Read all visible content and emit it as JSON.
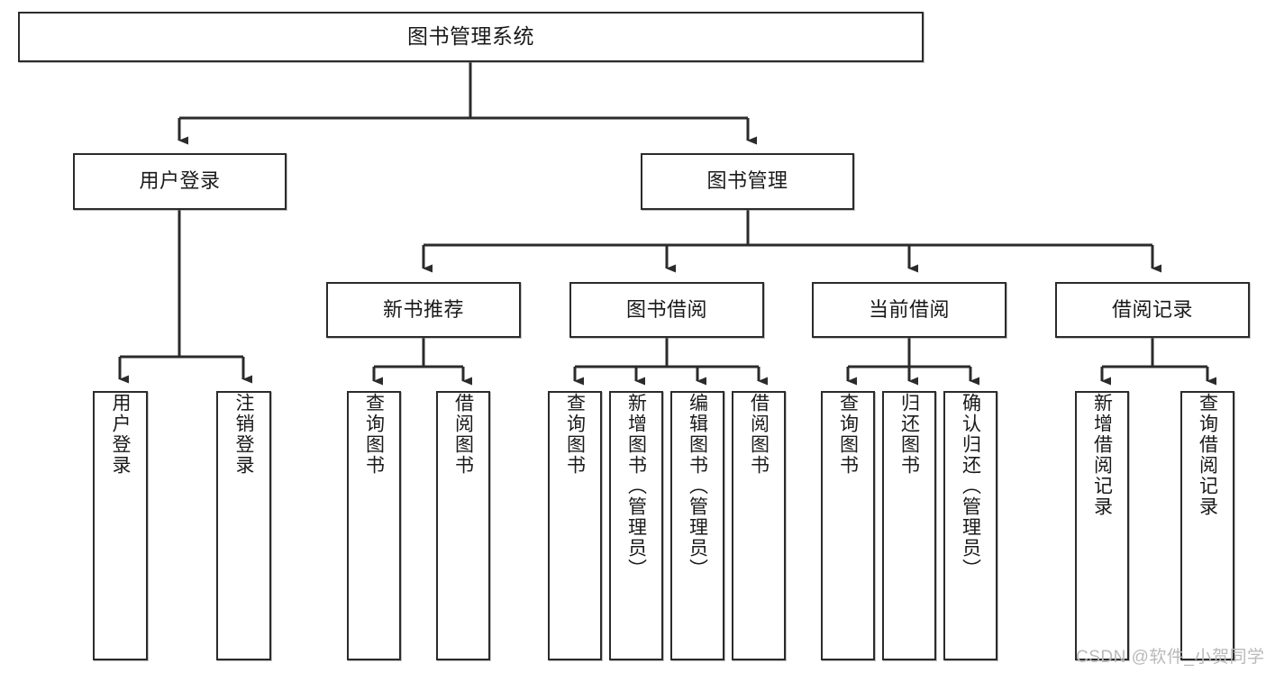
{
  "diagram": {
    "title": "图书管理系统",
    "type": "tree-hierarchy",
    "orientation": "top-down",
    "line_color": "#2b2b2b",
    "box_fill": "#ffffff",
    "watermark": "CSDN @软件_小贺同学"
  },
  "nodes": {
    "root": {
      "label": "图书管理系统",
      "level": 1
    },
    "level2": [
      {
        "id": "user-login",
        "label": "用户登录"
      },
      {
        "id": "book-manage",
        "label": "图书管理"
      }
    ],
    "level3": [
      {
        "id": "new-book-recommend",
        "label": "新书推荐"
      },
      {
        "id": "book-borrow",
        "label": "图书借阅"
      },
      {
        "id": "current-borrow",
        "label": "当前借阅"
      },
      {
        "id": "borrow-record",
        "label": "借阅记录"
      }
    ],
    "leaves": {
      "user-login": [
        {
          "id": "leaf-user-login",
          "label": "用户登录"
        },
        {
          "id": "leaf-logout-login",
          "label": "注销登录"
        }
      ],
      "new-book-recommend": [
        {
          "id": "leaf-query-book-1",
          "label": "查询图书"
        },
        {
          "id": "leaf-borrow-book-1",
          "label": "借阅图书"
        }
      ],
      "book-borrow": [
        {
          "id": "leaf-query-book-2",
          "label": "查询图书"
        },
        {
          "id": "leaf-add-book",
          "label": "新增图书（管理员）"
        },
        {
          "id": "leaf-edit-book",
          "label": "编辑图书（管理员）"
        },
        {
          "id": "leaf-borrow-book-2",
          "label": "借阅图书"
        }
      ],
      "current-borrow": [
        {
          "id": "leaf-query-book-3",
          "label": "查询图书"
        },
        {
          "id": "leaf-return-book",
          "label": "归还图书"
        },
        {
          "id": "leaf-confirm-return",
          "label": "确认归还（管理员）"
        }
      ],
      "borrow-record": [
        {
          "id": "leaf-add-record",
          "label": "新增借阅记录"
        },
        {
          "id": "leaf-query-record",
          "label": "查询借阅记录"
        }
      ]
    }
  }
}
